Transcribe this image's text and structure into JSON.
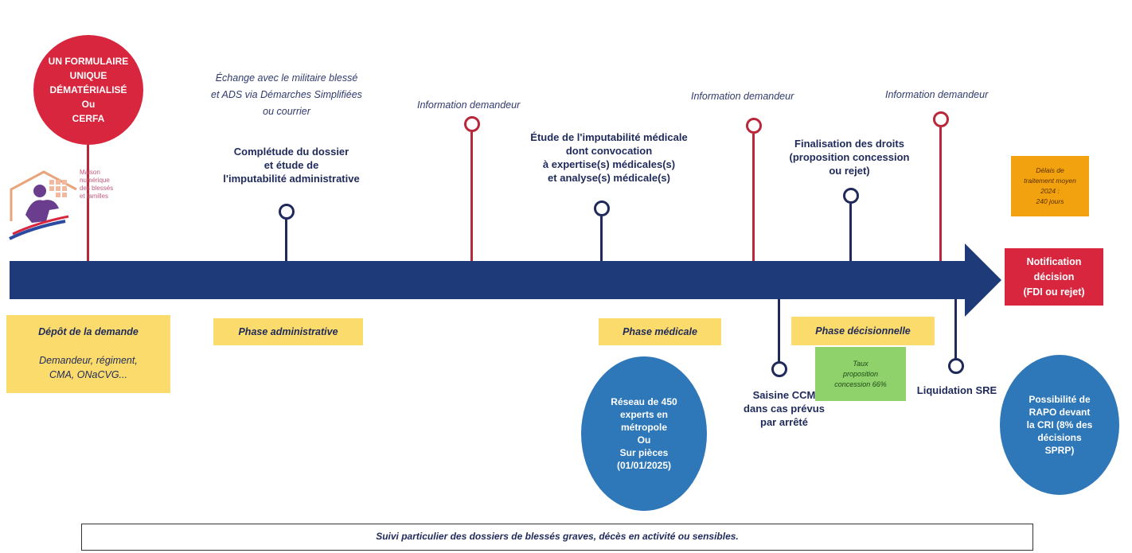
{
  "start_circle": {
    "lines": [
      "UN FORMULAIRE",
      "UNIQUE",
      "DÉMATÉRIALISÉ",
      "Ou",
      "CERFA"
    ]
  },
  "logo": {
    "lines": [
      "Maison",
      "numérique",
      "des blessés",
      "et familles"
    ]
  },
  "top_texts": {
    "exchange": [
      "Échange avec le militaire blessé",
      "et ADS via Démarches Simplifiées",
      "ou courrier"
    ],
    "info_1": "Information demandeur",
    "info_2": "Information demandeur",
    "info_3": "Information demandeur"
  },
  "milestones": {
    "admin": [
      "Complétude du dossier",
      "et étude de",
      "l'imputabilité administrative"
    ],
    "medical": [
      "Étude de l'imputabilité médicale",
      "dont convocation",
      "à expertise(s) médicales(s)",
      "et analyse(s) médicale(s)"
    ],
    "final": [
      "Finalisation des droits",
      "(proposition concession",
      "ou rejet)"
    ]
  },
  "delay_box": [
    "Délais de",
    "traitement moyen",
    "2024 :",
    "240 jours"
  ],
  "notification_box": [
    "Notification",
    "décision",
    "(FDI ou rejet)"
  ],
  "phases": {
    "depot_title": "Dépôt de la demande",
    "depot_sub": [
      "Demandeur, régiment,",
      "CMA, ONaCVG..."
    ],
    "admin": "Phase administrative",
    "medical": "Phase médicale",
    "decision": "Phase décisionnelle"
  },
  "rate_box": [
    "Taux",
    "proposition",
    "concession 66%"
  ],
  "below": {
    "ccm": [
      "Saisine CCM",
      "dans cas prévus",
      "par arrêté"
    ],
    "sre": "Liquidation SRE"
  },
  "experts_circle": [
    "Réseau de 450",
    "experts en",
    "métropole",
    "Ou",
    "Sur pièces",
    "(01/01/2025)"
  ],
  "rapo_circle": [
    "Possibilité  de",
    "RAPO devant",
    "la CRI (8% des",
    "décisions",
    "SPRP)"
  ],
  "footer": "Suivi  particulier des dossiers de blessés graves, décès en activité ou sensibles.",
  "colors": {
    "navy": "#1f2a5a",
    "red": "#d7263d",
    "dark_red": "#b8283a",
    "yellow": "#fbdb6c",
    "orange": "#f2a20f",
    "green": "#8fd16a",
    "blue": "#2e77b8"
  }
}
